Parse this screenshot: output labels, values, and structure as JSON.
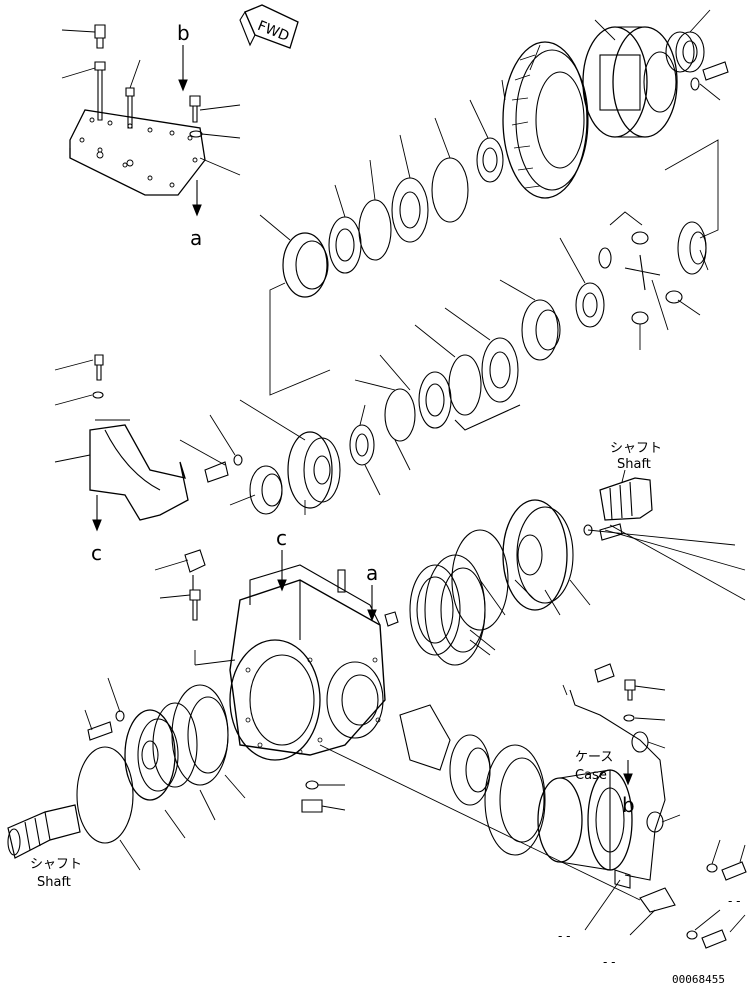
{
  "markers": {
    "fwd": "FWD",
    "a_top": "a",
    "a_mid": "a",
    "b_top": "b",
    "b_bottom": "b",
    "c_left": "c",
    "c_mid": "c"
  },
  "labels": {
    "shaft_right_jp": "シャフト",
    "shaft_right_en": "Shaft",
    "shaft_left_jp": "シャフト",
    "shaft_left_en": "Shaft",
    "case_jp": "ケース",
    "case_en": "Case",
    "dash_1": "- -",
    "dash_2": "- -",
    "dash_3": "- -"
  },
  "drawing_number": "00068455"
}
